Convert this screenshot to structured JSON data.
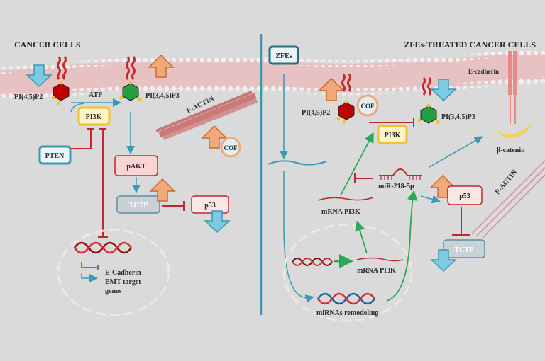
{
  "left_panel": {
    "title": "CANCER CELLS",
    "pip2_label": "PI(4,5)P2",
    "atp_label": "ATP",
    "pip3_label": "PI(3,4,5)P3",
    "pi3k_label": "PI3K",
    "pten_label": "PTEN",
    "factin_label": "F-ACTIN",
    "cof_label": "COF",
    "pakt_label": "pAKT",
    "tctp_label": "TCTP",
    "p53_label": "p53",
    "nucleus_line1": "E-Cadherin",
    "nucleus_line2": "EMT target",
    "nucleus_line3": "genes"
  },
  "right_panel": {
    "title": "ZFEs-TREATED CANCER CELLS",
    "zfes_label": "ZFEs",
    "pip2_label": "PI(4,5)P2",
    "cof_label": "COF",
    "pip3_label": "PI(3,4,5)P3",
    "pi3k_label": "PI3K",
    "ecadherin_label": "E-cadherin",
    "bcatenin_label": "β-catenin",
    "mir_label": "miR-218-5p",
    "mrna_label": "mRNA PI3K",
    "p53_label": "p53",
    "factin_label": "F-ACTIN",
    "tctp_label": "TCTP",
    "nuc_mrna_label": "mRNA PI3K",
    "mirnas_label": "miRNAs remodeling"
  },
  "colors": {
    "background": "#dadada",
    "membrane": "#e8b8b8",
    "divider": "#3a9ab5",
    "up_arrow": "#f2a97a",
    "down_arrow": "#7ccbe0",
    "inhibit": "#c0282d",
    "activate_blue": "#3a9ab5",
    "activate_green": "#2ca85a"
  }
}
